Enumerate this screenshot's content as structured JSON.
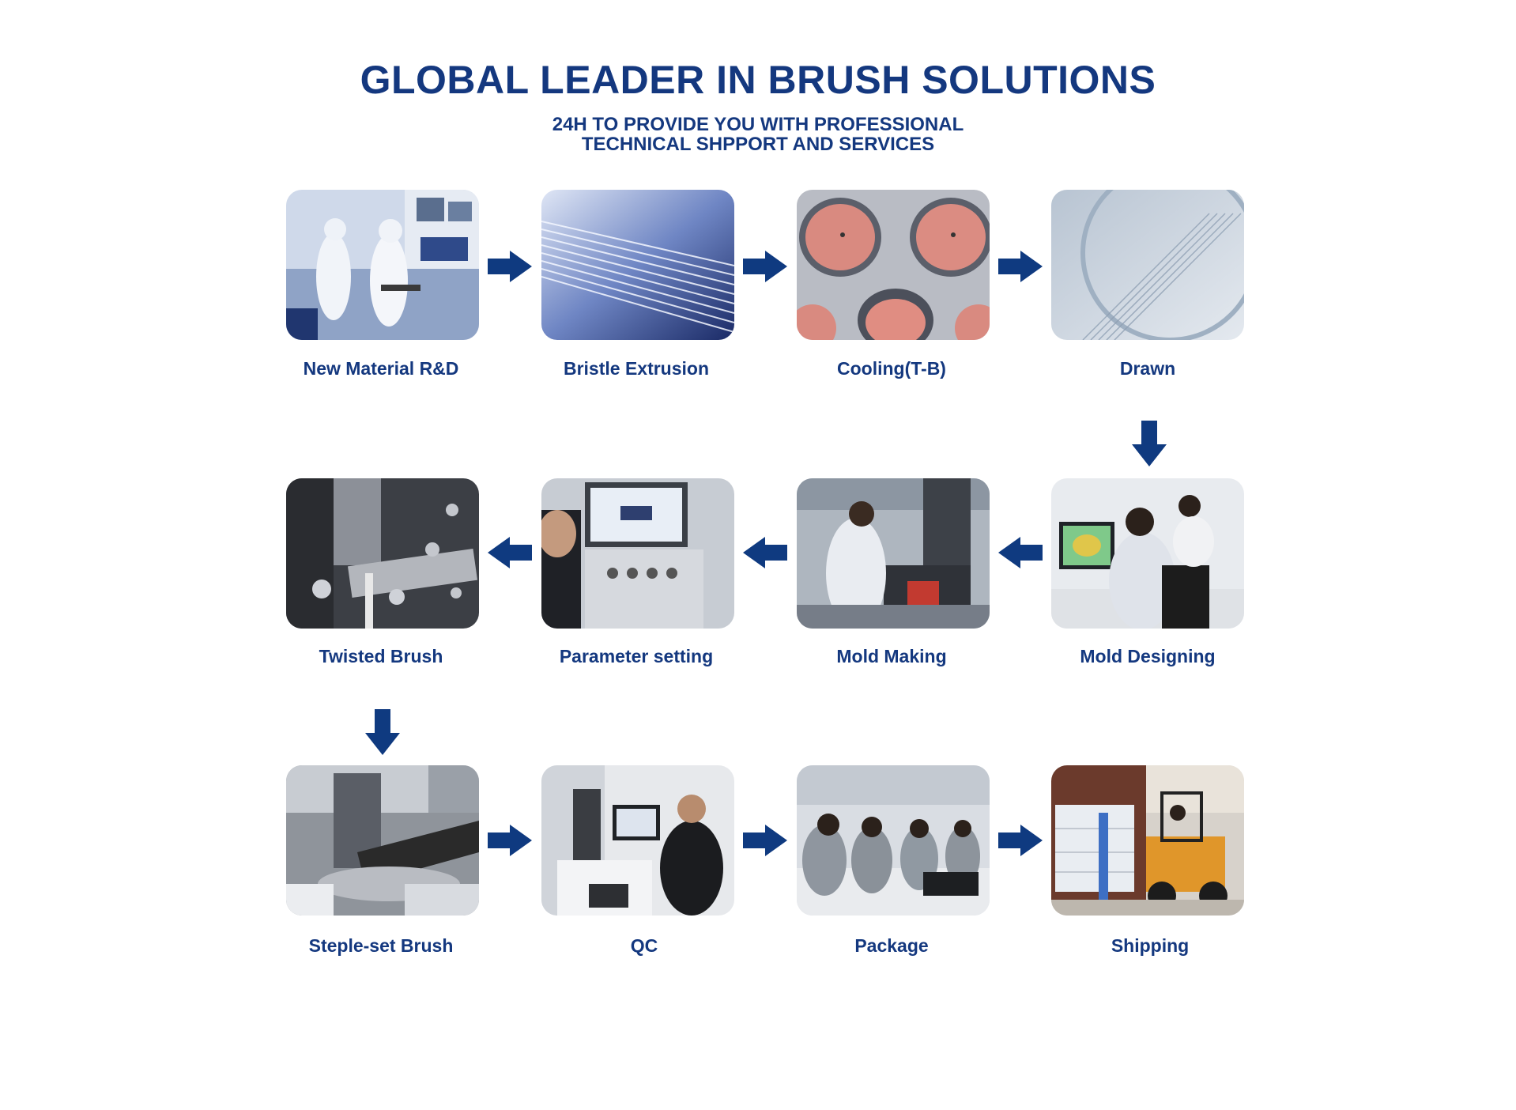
{
  "header": {
    "title": "GLOBAL LEADER IN BRUSH SOLUTIONS",
    "subtitle_line1": "24H TO PROVIDE YOU WITH PROFESSIONAL",
    "subtitle_line2": "TECHNICAL SHPPORT AND SERVICES"
  },
  "colors": {
    "brand": "#14387f",
    "arrow": "#0f3a80",
    "background": "#ffffff"
  },
  "steps": [
    {
      "label": "New Material R&D",
      "photo": "cleanroom-lab-photo"
    },
    {
      "label": "Bristle Extrusion",
      "photo": "bristle-filaments-photo"
    },
    {
      "label": "Cooling(T-B)",
      "photo": "cooling-spools-photo"
    },
    {
      "label": "Drawn",
      "photo": "drawn-filament-photo"
    },
    {
      "label": "Mold Designing",
      "photo": "mold-designing-photo"
    },
    {
      "label": "Mold Making",
      "photo": "mold-making-photo"
    },
    {
      "label": "Parameter setting",
      "photo": "parameter-setting-photo"
    },
    {
      "label": "Twisted Brush",
      "photo": "twisted-brush-machine-photo"
    },
    {
      "label": "Steple-set Brush",
      "photo": "staple-set-machine-photo"
    },
    {
      "label": "QC",
      "photo": "qc-inspection-photo"
    },
    {
      "label": "Package",
      "photo": "packaging-line-photo"
    },
    {
      "label": "Shipping",
      "photo": "forklift-shipping-photo"
    }
  ],
  "arrows": [
    "right",
    "right",
    "right",
    "down",
    "left",
    "left",
    "left",
    "down",
    "right",
    "right",
    "right"
  ]
}
